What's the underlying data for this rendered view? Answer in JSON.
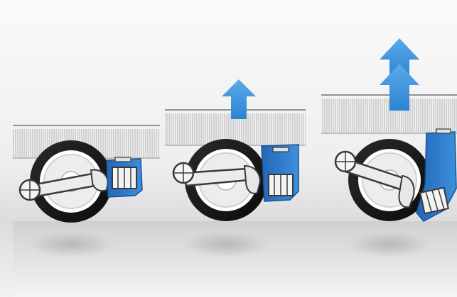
{
  "diagram": {
    "stages": [
      {
        "id": "stage-1",
        "arrows": 0
      },
      {
        "id": "stage-2",
        "arrows": 1
      },
      {
        "id": "stage-3",
        "arrows": 2
      }
    ],
    "colors": {
      "background_top": "#f6f6f7",
      "background_mid": "#ececee",
      "floor": "#d6d6d8",
      "tire": "#151515",
      "rim": "#ffffff",
      "rim_inner": "#d9dadc",
      "arm": "#e9eaec",
      "arm_outline": "#3a3a3a",
      "bracket": "#2f7fd0",
      "bracket_dark": "#1f5ea5",
      "arrow": "#3c93dc",
      "body_stripe": "#b8b9bc"
    },
    "icons": [
      "up-arrow-icon",
      "wheel-icon",
      "lift-bracket-icon"
    ]
  }
}
